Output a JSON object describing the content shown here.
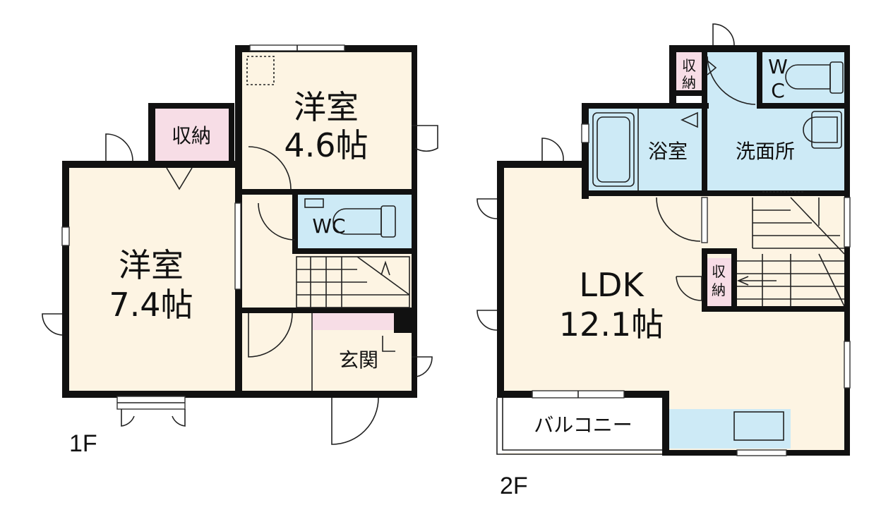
{
  "colors": {
    "wall": "#111111",
    "room_beige": "#fdf4e3",
    "wet_blue": "#cdeaf6",
    "storage_pink": "#f7dde6",
    "balcony": "#ffffff"
  },
  "floor1": {
    "label": "1F",
    "rooms": {
      "western_large": {
        "name": "洋室",
        "size": "7.4帖"
      },
      "western_small": {
        "name": "洋室",
        "size": "4.6帖"
      },
      "storage": {
        "name": "収納"
      },
      "wc": {
        "name": "WC"
      },
      "entrance": {
        "name": "玄関"
      }
    }
  },
  "floor2": {
    "label": "2F",
    "rooms": {
      "ldk": {
        "name": "LDK",
        "size": "12.1帖"
      },
      "bath": {
        "name": "浴室"
      },
      "washroom": {
        "name": "洗面所"
      },
      "wc": {
        "name_line1": "W",
        "name_line2": "C"
      },
      "storage_top": {
        "line1": "収",
        "line2": "納"
      },
      "storage_mid": {
        "line1": "収",
        "line2": "納"
      },
      "balcony": {
        "name": "バルコニー"
      }
    }
  }
}
